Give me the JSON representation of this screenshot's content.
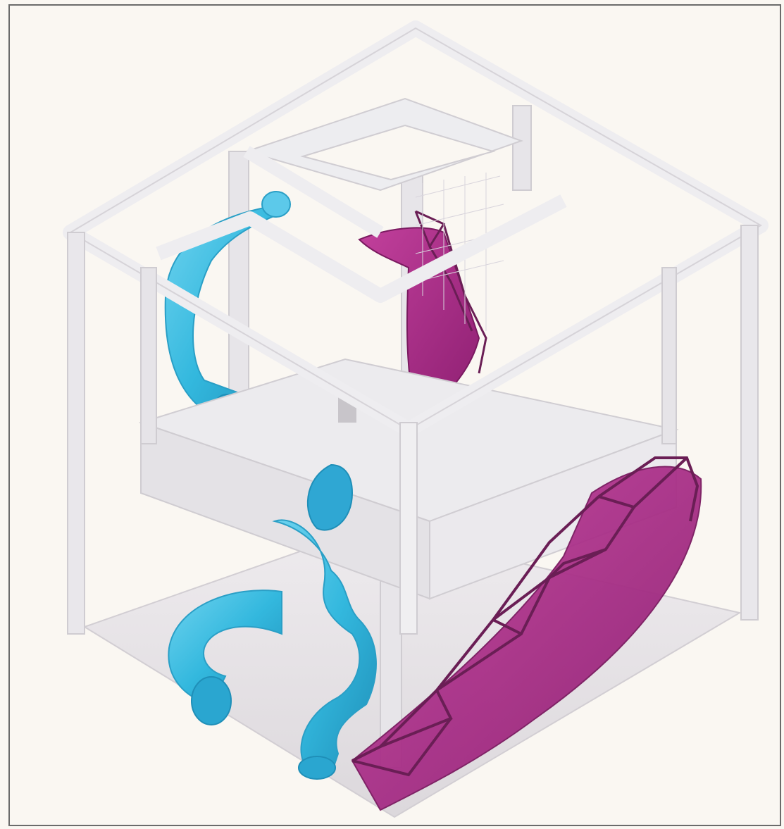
{
  "figure": {
    "caption": "",
    "colors": {
      "background": "#faf7f2",
      "border": "#6b6b6b",
      "frame_white": "#f0eff1",
      "frame_shade": "#d9d6db",
      "floor": "#e6e3e6",
      "cyan_tube": "#33b8de",
      "magenta_shell": "#a82a86",
      "magenta_lattice": "#6a1e55"
    },
    "components": [
      {
        "id": "outer-frame",
        "icon": "cube-frame-icon"
      },
      {
        "id": "upper-platform",
        "icon": "platform-icon"
      },
      {
        "id": "cyan-upper-pipe",
        "icon": "pipe-icon"
      },
      {
        "id": "cyan-lower-pipe",
        "icon": "pipe-icon"
      },
      {
        "id": "magenta-upper-shell",
        "icon": "lattice-shell-icon"
      },
      {
        "id": "magenta-lower-shell",
        "icon": "lattice-shell-icon"
      }
    ]
  }
}
